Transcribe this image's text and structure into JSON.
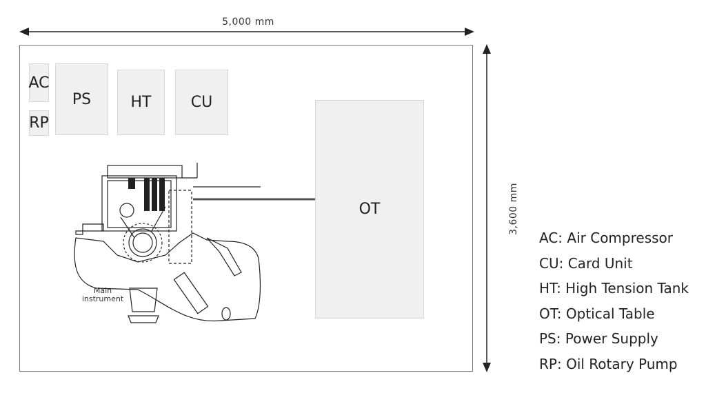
{
  "dimensions": {
    "width_label": "5,000 mm",
    "height_label": "3,600 mm"
  },
  "components": {
    "ac": "AC",
    "rp": "RP",
    "ps": "PS",
    "ht": "HT",
    "cu": "CU",
    "ot": "OT"
  },
  "instrument": {
    "label_line1": "Main",
    "label_line2": "instrument"
  },
  "legend": [
    {
      "code": "AC",
      "name": "Air Compressor"
    },
    {
      "code": "CU",
      "name": "Card Unit"
    },
    {
      "code": "HT",
      "name": "High Tension Tank"
    },
    {
      "code": "OT",
      "name": "Optical Table"
    },
    {
      "code": "PS",
      "name": "Power Supply"
    },
    {
      "code": "RP",
      "name": "Oil Rotary Pump"
    }
  ]
}
